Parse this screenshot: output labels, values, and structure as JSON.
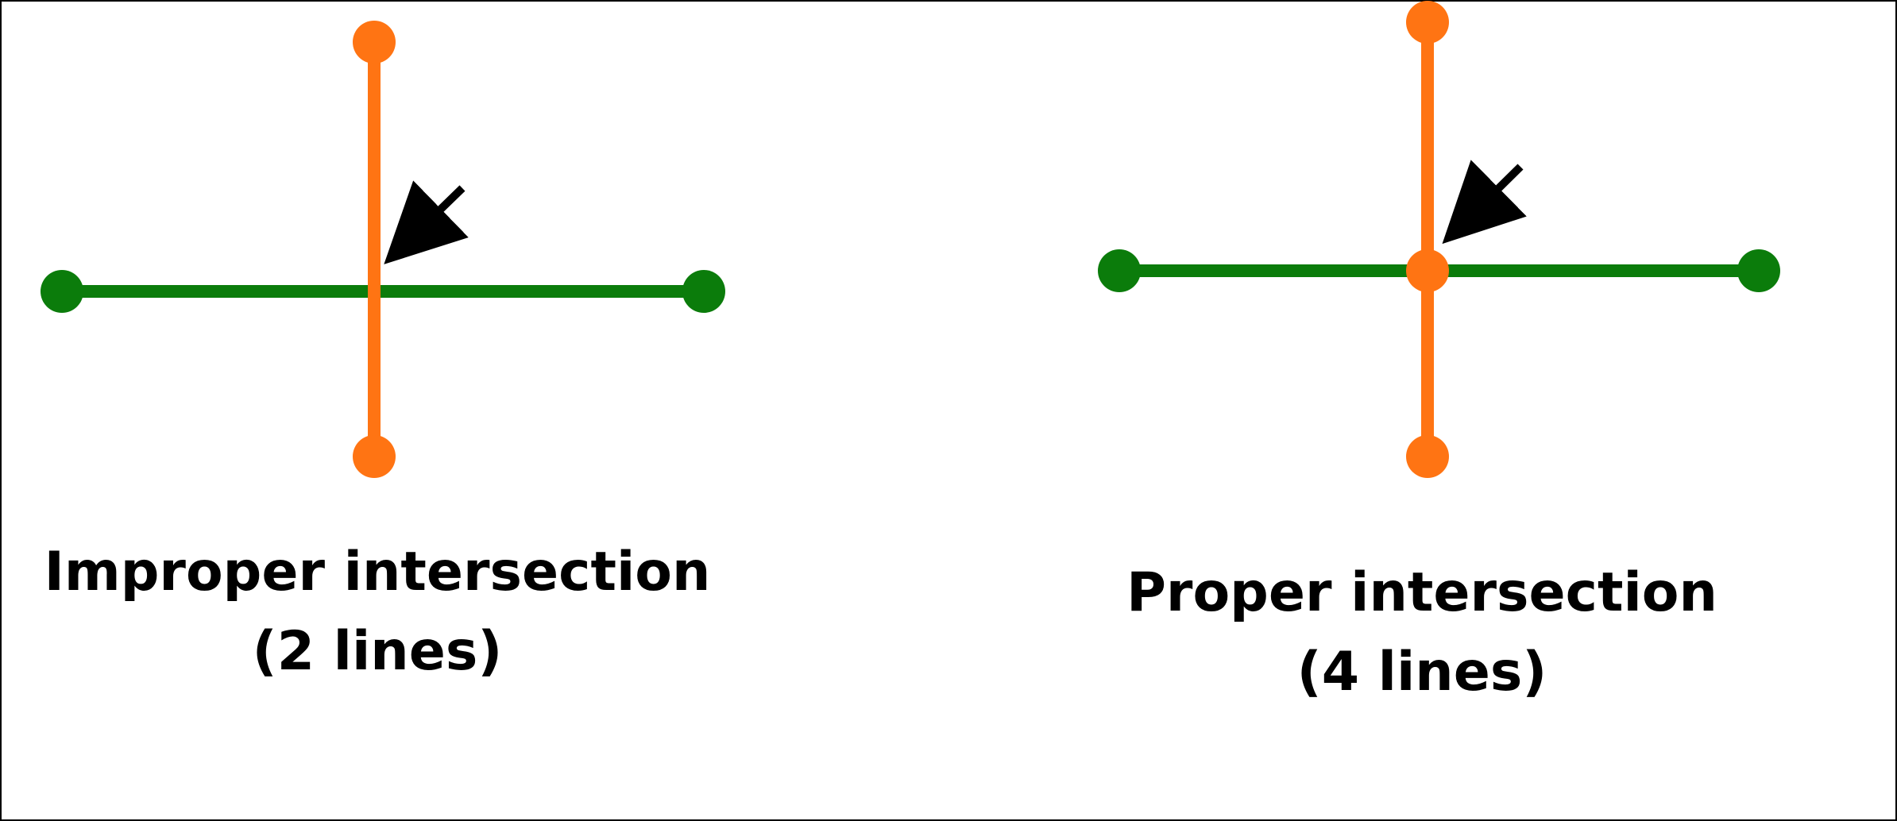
{
  "colors": {
    "background": "#ffffff",
    "border": "#000000",
    "green_line": "#0b7c0b",
    "orange_line": "#ff7413",
    "arrow": "#000000",
    "text": "#000000"
  },
  "panels": [
    {
      "caption_line1": "Improper intersection",
      "caption_line2": "(2 lines)",
      "shows_vertex_at_crossing": false
    },
    {
      "caption_line1": "Proper intersection",
      "caption_line2": "(4 lines)",
      "shows_vertex_at_crossing": true
    }
  ]
}
